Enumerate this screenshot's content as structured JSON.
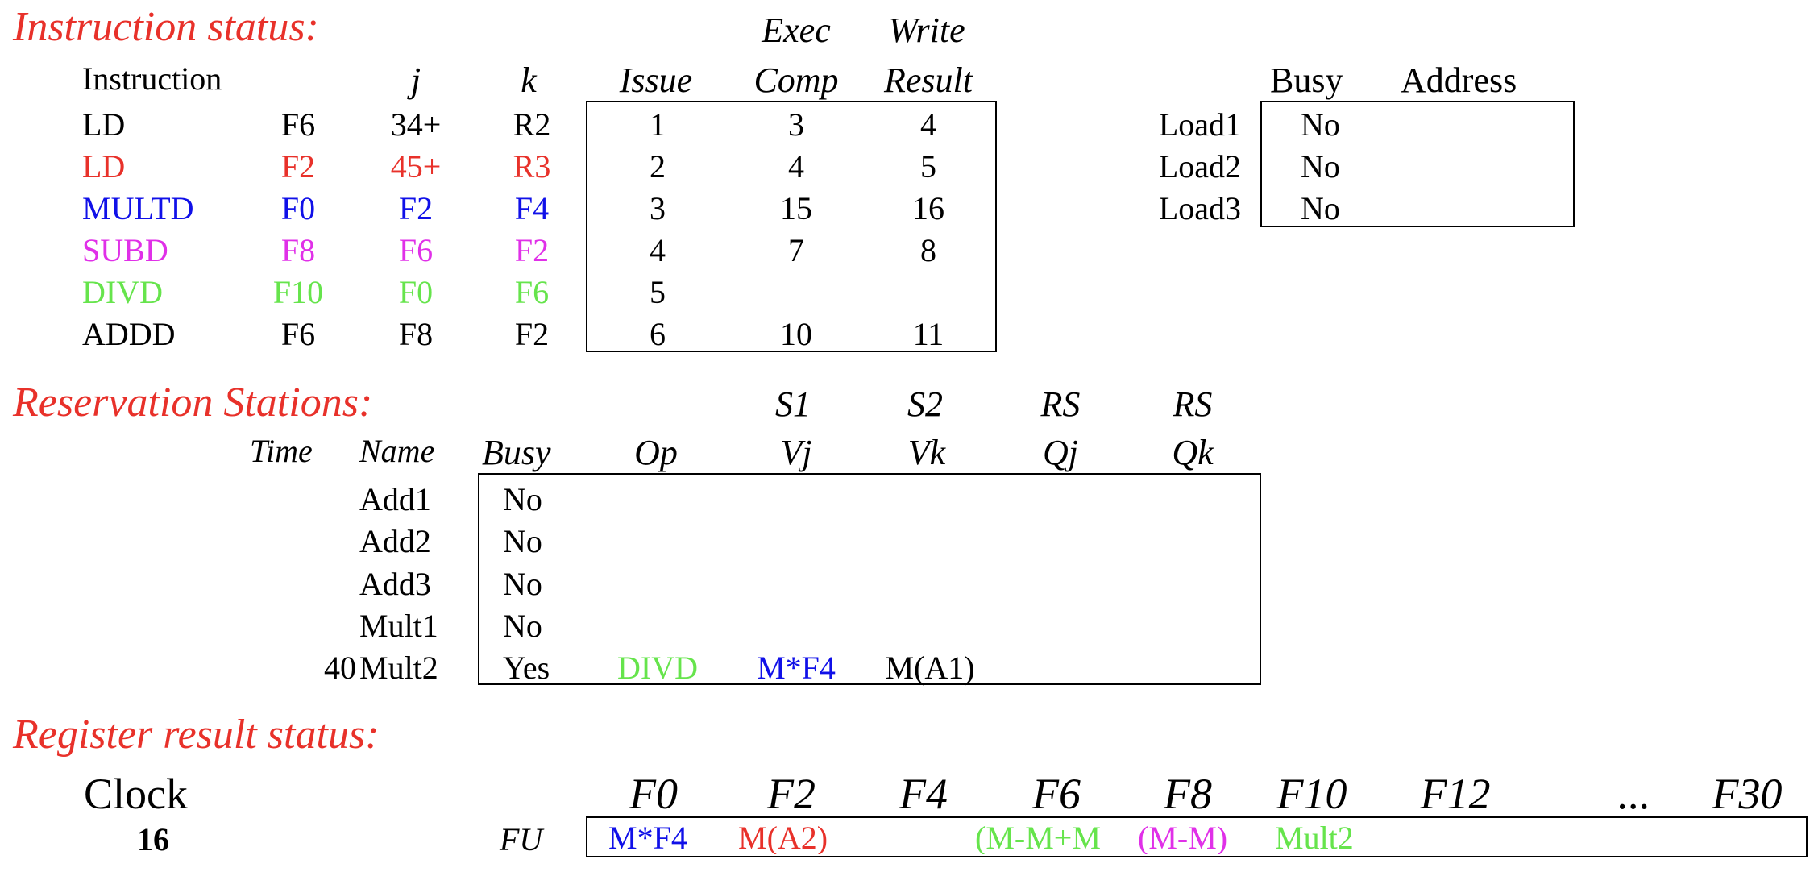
{
  "colors": {
    "section_title": "#e8312a",
    "black": "#000000",
    "red": "#e8312a",
    "blue": "#1010e8",
    "magenta": "#e030e8",
    "green": "#66e44c"
  },
  "instruction_status": {
    "title": "Instruction status:",
    "headers": {
      "instruction": "Instruction",
      "j": "j",
      "k": "k",
      "issue": "Issue",
      "exec_top": "Exec",
      "exec_bottom": "Comp",
      "write_top": "Write",
      "write_bottom": "Result"
    },
    "rows": [
      {
        "op": "LD",
        "dest": "F6",
        "j": "34+",
        "k": "R2",
        "issue": "1",
        "exec": "3",
        "write": "4",
        "color": "black"
      },
      {
        "op": "LD",
        "dest": "F2",
        "j": "45+",
        "k": "R3",
        "issue": "2",
        "exec": "4",
        "write": "5",
        "color": "red"
      },
      {
        "op": "MULTD",
        "dest": "F0",
        "j": "F2",
        "k": "F4",
        "issue": "3",
        "exec": "15",
        "write": "16",
        "color": "blue"
      },
      {
        "op": "SUBD",
        "dest": "F8",
        "j": "F6",
        "k": "F2",
        "issue": "4",
        "exec": "7",
        "write": "8",
        "color": "magenta"
      },
      {
        "op": "DIVD",
        "dest": "F10",
        "j": "F0",
        "k": "F6",
        "issue": "5",
        "exec": "",
        "write": "",
        "color": "green"
      },
      {
        "op": "ADDD",
        "dest": "F6",
        "j": "F8",
        "k": "F2",
        "issue": "6",
        "exec": "10",
        "write": "11",
        "color": "black"
      }
    ]
  },
  "load_buffers": {
    "headers": {
      "busy": "Busy",
      "address": "Address"
    },
    "rows": [
      {
        "name": "Load1",
        "busy": "No",
        "address": ""
      },
      {
        "name": "Load2",
        "busy": "No",
        "address": ""
      },
      {
        "name": "Load3",
        "busy": "No",
        "address": ""
      }
    ]
  },
  "reservation_stations": {
    "title": "Reservation Stations:",
    "headers_top": {
      "s1": "S1",
      "s2": "S2",
      "rs1": "RS",
      "rs2": "RS"
    },
    "headers": {
      "time": "Time",
      "name": "Name",
      "busy": "Busy",
      "op": "Op",
      "vj": "Vj",
      "vk": "Vk",
      "qj": "Qj",
      "qk": "Qk"
    },
    "rows": [
      {
        "time": "",
        "name": "Add1",
        "busy": "No",
        "op": "",
        "vj": "",
        "vk": "",
        "qj": "",
        "qk": ""
      },
      {
        "time": "",
        "name": "Add2",
        "busy": "No",
        "op": "",
        "vj": "",
        "vk": "",
        "qj": "",
        "qk": ""
      },
      {
        "time": "",
        "name": "Add3",
        "busy": "No",
        "op": "",
        "vj": "",
        "vk": "",
        "qj": "",
        "qk": ""
      },
      {
        "time": "",
        "name": "Mult1",
        "busy": "No",
        "op": "",
        "vj": "",
        "vk": "",
        "qj": "",
        "qk": ""
      },
      {
        "time": "40",
        "name": "Mult2",
        "busy": "Yes",
        "op": "DIVD",
        "vj": "M*F4",
        "vk": "M(A1)",
        "qj": "",
        "qk": ""
      }
    ]
  },
  "register_result_status": {
    "title": "Register result status:",
    "clock_label": "Clock",
    "clock_value": "16",
    "fu_label": "FU",
    "registers": [
      "F0",
      "F2",
      "F4",
      "F6",
      "F8",
      "F10",
      "F12",
      "...",
      "F30"
    ],
    "fu_values": [
      {
        "text": "M*F4",
        "color": "blue"
      },
      {
        "text": "M(A2)",
        "color": "red"
      },
      {
        "text": "",
        "color": "black"
      },
      {
        "text": "(M-M+M",
        "color": "green"
      },
      {
        "text": "(M-M)",
        "color": "magenta"
      },
      {
        "text": "Mult2",
        "color": "green"
      },
      {
        "text": "",
        "color": "black"
      },
      {
        "text": "",
        "color": "black"
      },
      {
        "text": "",
        "color": "black"
      }
    ]
  }
}
